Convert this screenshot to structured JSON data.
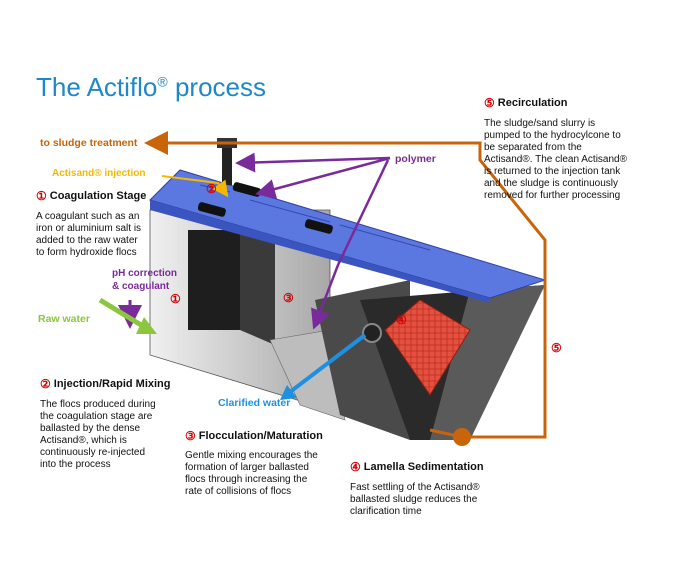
{
  "title": "The Actiflo",
  "title_sup": "®",
  "title_suffix": " process",
  "labels": {
    "sludge_treatment": "to sludge treatment",
    "actisand_injection": "Actisand® injection",
    "polymer": "polymer",
    "ph_correction": "pH correction",
    "coagulant": "& coagulant",
    "raw_water": "Raw water",
    "clarified_water": "Clarified water"
  },
  "markers": {
    "m1": "①",
    "m2": "②",
    "m3": "③",
    "m4": "④",
    "m5": "⑤"
  },
  "stages": {
    "coagulation": {
      "num": "①",
      "heading": "Coagulation Stage",
      "lines": [
        "A coagulant such as an",
        "iron or aluminium salt is",
        "added to the raw water",
        "to form hydroxide flocs"
      ]
    },
    "injection": {
      "num": "②",
      "heading": "Injection/Rapid Mixing",
      "lines": [
        "The flocs produced during",
        "the coagulation stage are",
        "ballasted by the dense",
        "Actisand®, which is",
        "continuously re-injected",
        "into the process"
      ]
    },
    "flocculation": {
      "num": "③",
      "heading": "Flocculation/Maturation",
      "lines": [
        "Gentle mixing encourages the",
        "formation of larger ballasted",
        "flocs through increasing the",
        "rate of collisions of flocs"
      ]
    },
    "lamella": {
      "num": "④",
      "heading": "Lamella Sedimentation",
      "lines": [
        "Fast settling of the Actisand®",
        "ballasted sludge reduces the",
        "clarification time"
      ]
    },
    "recirculation": {
      "num": "⑤",
      "heading": "Recirculation",
      "lines": [
        "The sludge/sand slurry is",
        "pumped to the hydrocylcone to",
        "be separated from the",
        "Actisand®. The clean Actisand®",
        "is returned to the injection tank",
        "and the sludge is continuously",
        "removed for further processing"
      ]
    }
  },
  "colors": {
    "title": "#1e88c8",
    "orange": "#c8650a",
    "purple": "#7a2b9a",
    "green": "#8cc63f",
    "blue_arrow": "#1e90e0",
    "tank_top": "#5a78e0",
    "lamella": "#e65040",
    "marker": "#d20000",
    "yellow": "#f5b800"
  }
}
